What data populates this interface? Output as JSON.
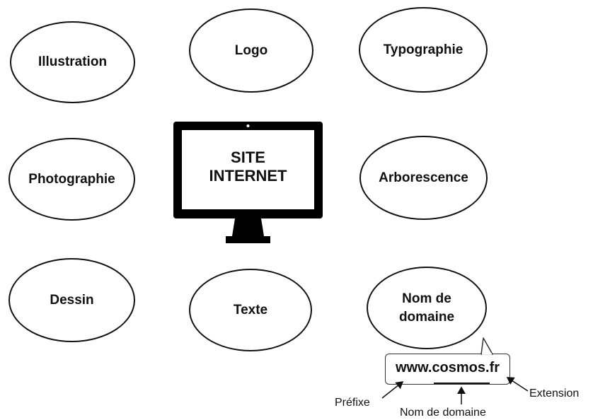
{
  "center": {
    "line1": "SITE",
    "line2": "INTERNET",
    "text": "SITE\nINTERNET"
  },
  "nodes": {
    "illustration": "Illustration",
    "logo": "Logo",
    "typographie": "Typographie",
    "photographie": "Photographie",
    "arborescence": "Arborescence",
    "dessin": "Dessin",
    "texte": "Texte",
    "nom_de_domaine": "Nom de\ndomaine"
  },
  "domain_example": {
    "url": "www.cosmos.fr",
    "prefix_label": "Préfixe",
    "domain_label": "Nom de domaine",
    "extension_label": "Extension"
  }
}
